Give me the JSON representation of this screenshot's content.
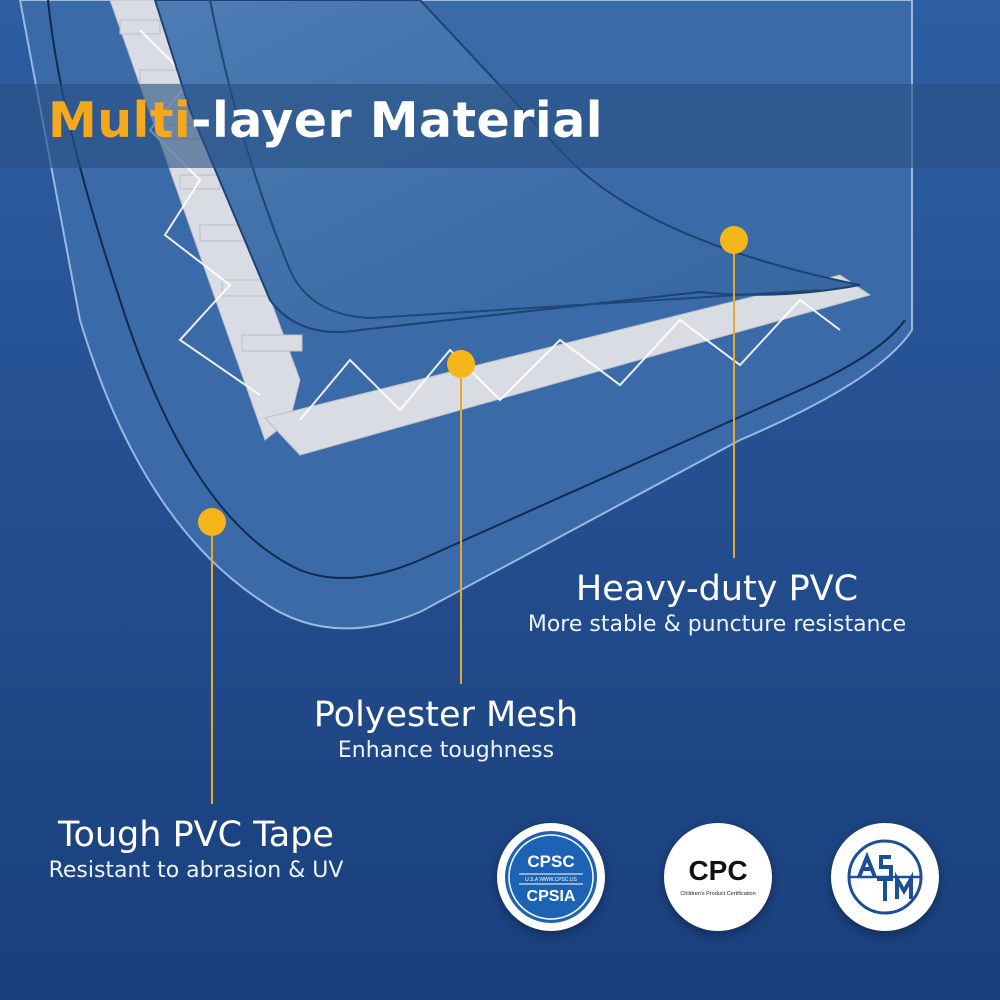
{
  "title": {
    "highlight": "Multi",
    "rest": "-layer Material"
  },
  "layers": [
    {
      "heading": "Heavy-duty PVC",
      "sub": "More stable & puncture resistance"
    },
    {
      "heading": "Polyester Mesh",
      "sub": "Enhance toughness"
    },
    {
      "heading": "Tough PVC Tape",
      "sub": "Resistant to abrasion & UV"
    }
  ],
  "badges": {
    "cpsc": {
      "top": "CPSC",
      "middle": "U.S.A WWW.CPSC.US",
      "bottom": "CPSIA"
    },
    "cpc": {
      "title": "CPC",
      "subtitle": "Children's Product Certification"
    },
    "astm": {
      "logo_text": "ASTM"
    }
  },
  "colors": {
    "accent": "#f5b61c",
    "title_highlight": "#f5a81c",
    "background": "#1f4a8a",
    "water": "#1a7fa8"
  }
}
